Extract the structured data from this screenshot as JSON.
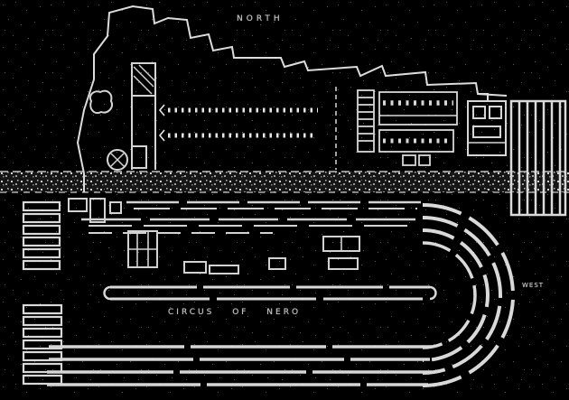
{
  "figure": {
    "background": "#000000",
    "ink": "#dcdcdc",
    "labels": {
      "north": "NORTH",
      "caption": "CIRCUS OF NERO",
      "west": "WEST"
    }
  }
}
